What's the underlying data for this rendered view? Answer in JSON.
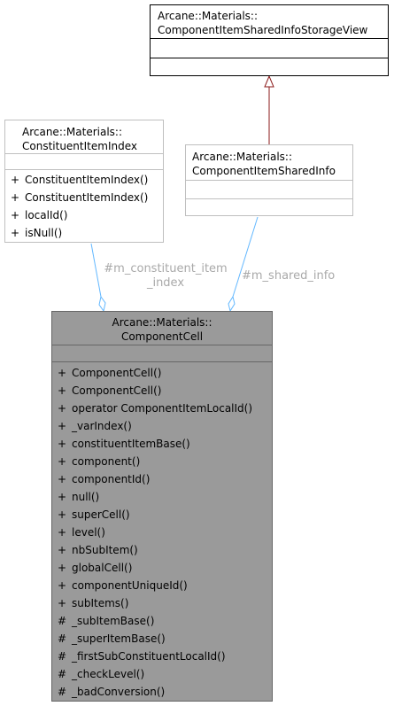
{
  "classes": {
    "storage_view": {
      "title_lines": [
        "Arcane::Materials::",
        "ComponentItemSharedInfoStorageView"
      ],
      "members": []
    },
    "constituent_index": {
      "title_lines": [
        "Arcane::Materials::",
        "ConstituentItemIndex"
      ],
      "members": [
        {
          "vis": "+",
          "name": "ConstituentItemIndex()"
        },
        {
          "vis": "+",
          "name": "ConstituentItemIndex()"
        },
        {
          "vis": "+",
          "name": "localId()"
        },
        {
          "vis": "+",
          "name": "isNull()"
        }
      ]
    },
    "shared_info": {
      "title_lines": [
        "Arcane::Materials::",
        "ComponentItemSharedInfo"
      ],
      "members": []
    },
    "component_cell": {
      "title_lines": [
        "Arcane::Materials::",
        "ComponentCell"
      ],
      "members": [
        {
          "vis": "+",
          "name": "ComponentCell()"
        },
        {
          "vis": "+",
          "name": "ComponentCell()"
        },
        {
          "vis": "+",
          "name": "operator ComponentItemLocalId()"
        },
        {
          "vis": "+",
          "name": "_varIndex()"
        },
        {
          "vis": "+",
          "name": "constituentItemBase()"
        },
        {
          "vis": "+",
          "name": "component()"
        },
        {
          "vis": "+",
          "name": "componentId()"
        },
        {
          "vis": "+",
          "name": "null()"
        },
        {
          "vis": "+",
          "name": "superCell()"
        },
        {
          "vis": "+",
          "name": "level()"
        },
        {
          "vis": "+",
          "name": "nbSubItem()"
        },
        {
          "vis": "+",
          "name": "globalCell()"
        },
        {
          "vis": "+",
          "name": "componentUniqueId()"
        },
        {
          "vis": "+",
          "name": "subItems()"
        },
        {
          "vis": "#",
          "name": "_subItemBase()"
        },
        {
          "vis": "#",
          "name": "_superItemBase()"
        },
        {
          "vis": "#",
          "name": "_firstSubConstituentLocalId()"
        },
        {
          "vis": "#",
          "name": "_checkLevel()"
        },
        {
          "vis": "#",
          "name": "_badConversion()"
        }
      ]
    }
  },
  "edges": {
    "constituent_label_lines": [
      "#m_constituent_item",
      "_index"
    ],
    "shared_label": "#m_shared_info"
  },
  "colors": {
    "inheritance_arrow": "#8b1a1a",
    "association_line": "#63b8ff",
    "label_text": "#a9a9a9",
    "focus_box_fill": "#9a9a9a"
  }
}
